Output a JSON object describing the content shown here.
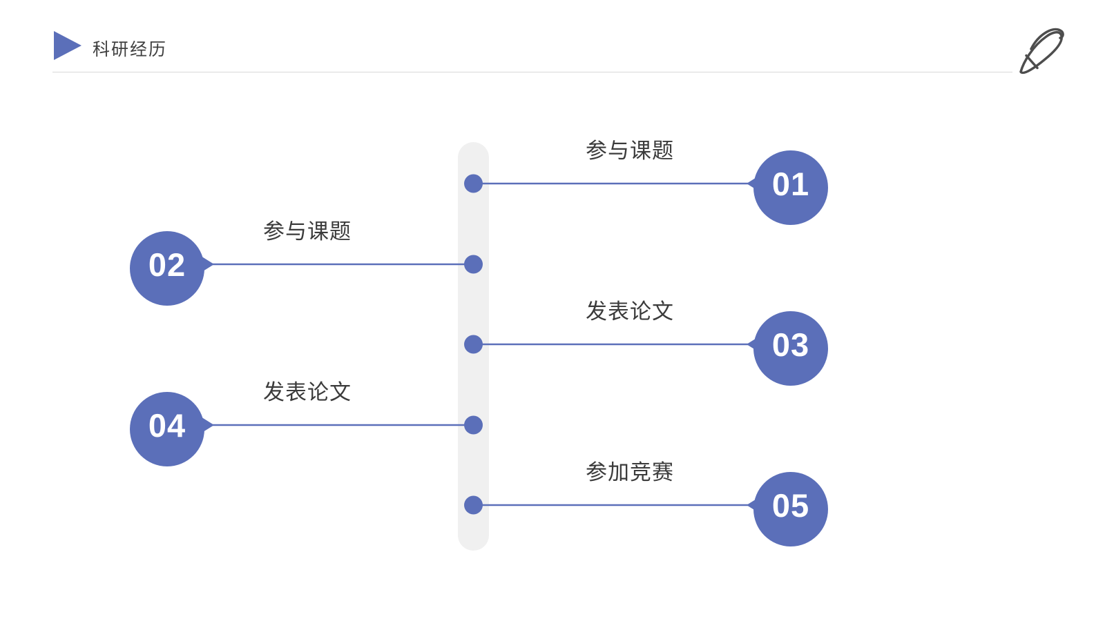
{
  "header": {
    "title": "科研经历",
    "marker_icon": "triangle-right-icon",
    "pen_icon": "pen-icon"
  },
  "timeline": {
    "items": [
      {
        "number": "01",
        "label": "参与课题",
        "side": "right"
      },
      {
        "number": "02",
        "label": "参与课题",
        "side": "left"
      },
      {
        "number": "03",
        "label": "发表论文",
        "side": "right"
      },
      {
        "number": "04",
        "label": "发表论文",
        "side": "left"
      },
      {
        "number": "05",
        "label": "参加竞赛",
        "side": "right"
      }
    ]
  },
  "colors": {
    "accent": "#5B6FB9",
    "timeline_bar": "#F0F0F0",
    "header_rule": "#D9D9D9",
    "title_text": "#404040",
    "label_text": "#3B3B3B",
    "number_text": "#FFFFFF",
    "pen_stroke": "#4D4D4D"
  }
}
